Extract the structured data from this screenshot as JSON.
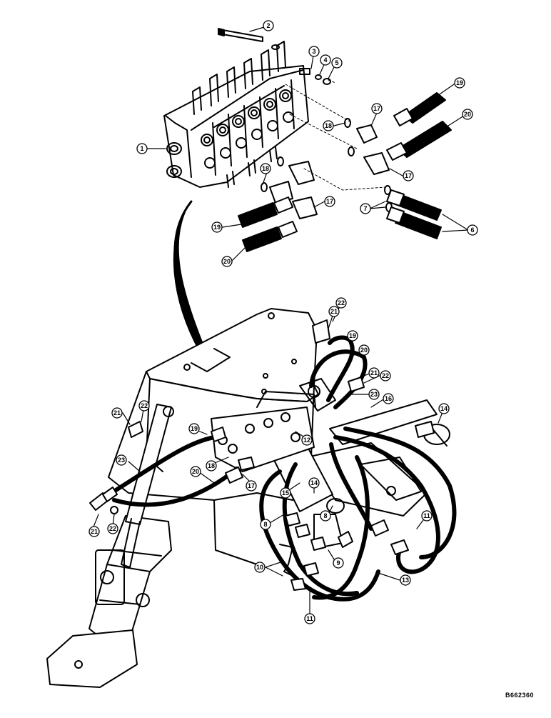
{
  "figure": {
    "reference_code": "B662360",
    "callouts": [
      "1",
      "2",
      "3",
      "4",
      "5",
      "6",
      "7",
      "8",
      "9",
      "10",
      "11",
      "12",
      "13",
      "14",
      "15",
      "16",
      "17",
      "18",
      "19",
      "20",
      "21",
      "22",
      "23"
    ],
    "colors": {
      "ink": "#000000",
      "paper": "#ffffff"
    }
  }
}
